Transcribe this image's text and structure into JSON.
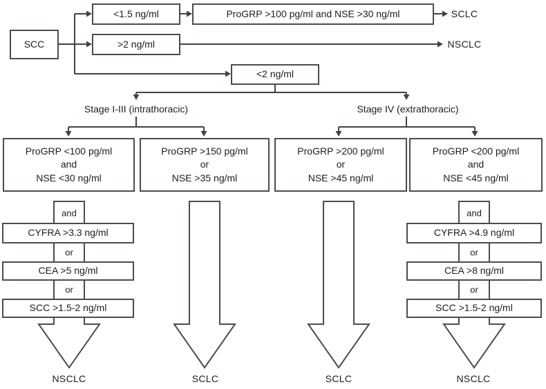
{
  "diagram": {
    "title_implicit": "SCC-based lung cancer tumor marker algorithm",
    "root_label": "SCC",
    "top_branches": [
      {
        "label": "<1.5 ng/ml",
        "next": "ProGRP >100 pg/ml and NSE >30 ng/ml",
        "outcome": "SCLC"
      },
      {
        "label": ">2 ng/ml",
        "outcome": "NSCLC"
      },
      {
        "label": "<2 ng/ml"
      }
    ],
    "stages": {
      "left": "Stage I-III (intrathoracic)",
      "right": "Stage IV (extrathoracic)"
    },
    "criteria": [
      {
        "line1": "ProGRP <100 pg/ml",
        "op": "and",
        "line2": "NSE <30 ng/ml"
      },
      {
        "line1": "ProGRP >150 pg/ml",
        "op": "or",
        "line2": "NSE >35 ng/ml"
      },
      {
        "line1": "ProGRP >200 pg/ml",
        "op": "or",
        "line2": "NSE >45 ng/ml"
      },
      {
        "line1": "ProGRP <200 pg/ml",
        "op": "and",
        "line2": "NSE <45 ng/ml"
      }
    ],
    "stacks": [
      {
        "connector": "and",
        "items": [
          "CYFRA >3.3 ng/ml",
          "CEA >5 ng/ml",
          "SCC >1.5-2 ng/ml"
        ],
        "ops": [
          "or",
          "or"
        ]
      },
      {
        "connector": "and",
        "items": [
          "CYFRA >4.9 ng/ml",
          "CEA >8 ng/ml",
          "SCC >1.5-2 ng/ml"
        ],
        "ops": [
          "or",
          "or"
        ]
      }
    ],
    "final_outcomes": [
      "NSCLC",
      "SCLC",
      "SCLC",
      "NSCLC"
    ]
  },
  "colors": {
    "bg": "#ffffff",
    "border": "#454d53",
    "line": "#3c4449",
    "text": "#1c1c1c"
  }
}
